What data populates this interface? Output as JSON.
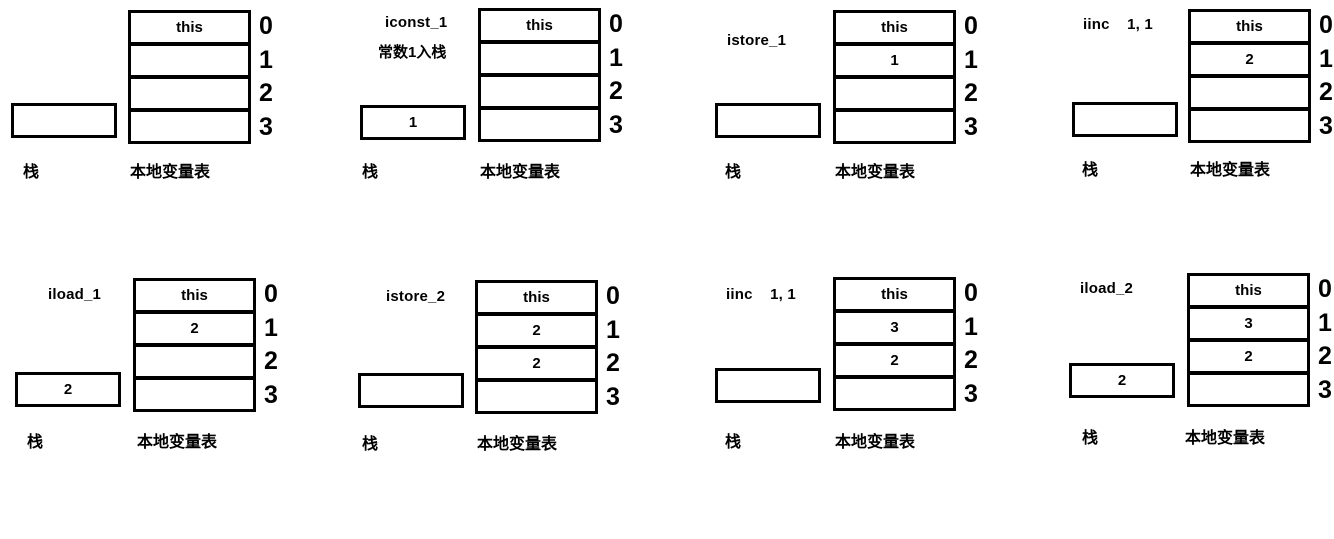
{
  "captions": {
    "stack": "栈",
    "locals": "本地变量表"
  },
  "slot_indices": [
    "0",
    "1",
    "2",
    "3"
  ],
  "colors": {
    "line": "#000000",
    "background": "#ffffff",
    "text": "#000000"
  },
  "panels": [
    {
      "instruction": "",
      "note": "",
      "stack": "",
      "slots": [
        "this",
        "",
        "",
        ""
      ]
    },
    {
      "instruction": "iconst_1",
      "note": "常数1入栈",
      "stack": "1",
      "slots": [
        "this",
        "",
        "",
        ""
      ]
    },
    {
      "instruction": "istore_1",
      "note": "",
      "stack": "",
      "slots": [
        "this",
        "1",
        "",
        ""
      ]
    },
    {
      "instruction": "iinc    1, 1",
      "note": "",
      "stack": "",
      "slots": [
        "this",
        "2",
        "",
        ""
      ]
    },
    {
      "instruction": "iload_1",
      "note": "",
      "stack": "2",
      "slots": [
        "this",
        "2",
        "",
        ""
      ]
    },
    {
      "instruction": "istore_2",
      "note": "",
      "stack": "",
      "slots": [
        "this",
        "2",
        "2",
        ""
      ]
    },
    {
      "instruction": "iinc    1, 1",
      "note": "",
      "stack": "",
      "slots": [
        "this",
        "3",
        "2",
        ""
      ]
    },
    {
      "instruction": "iload_2",
      "note": "",
      "stack": "2",
      "slots": [
        "this",
        "3",
        "2",
        ""
      ]
    }
  ]
}
